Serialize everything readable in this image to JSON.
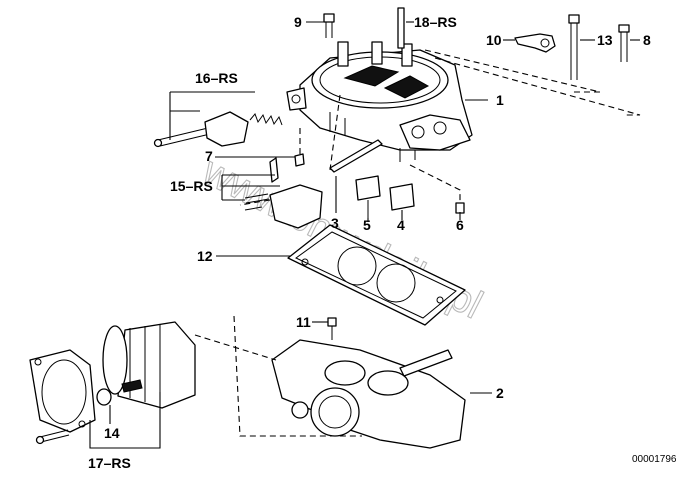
{
  "watermark": "www.bmwdeile.pl",
  "diagram_number": "00001796",
  "callouts": [
    {
      "id": "c1",
      "text": "1"
    },
    {
      "id": "c2",
      "text": "2"
    },
    {
      "id": "c3",
      "text": "3"
    },
    {
      "id": "c4",
      "text": "4"
    },
    {
      "id": "c5",
      "text": "5"
    },
    {
      "id": "c6",
      "text": "6"
    },
    {
      "id": "c7",
      "text": "7"
    },
    {
      "id": "c8",
      "text": "8"
    },
    {
      "id": "c9",
      "text": "9"
    },
    {
      "id": "c10",
      "text": "10"
    },
    {
      "id": "c11",
      "text": "11"
    },
    {
      "id": "c12",
      "text": "12"
    },
    {
      "id": "c13",
      "text": "13"
    },
    {
      "id": "c14",
      "text": "14"
    },
    {
      "id": "c15",
      "text": "15–RS"
    },
    {
      "id": "c16",
      "text": "16–RS"
    },
    {
      "id": "c17",
      "text": "17–RS"
    },
    {
      "id": "c18",
      "text": "18–RS"
    }
  ]
}
